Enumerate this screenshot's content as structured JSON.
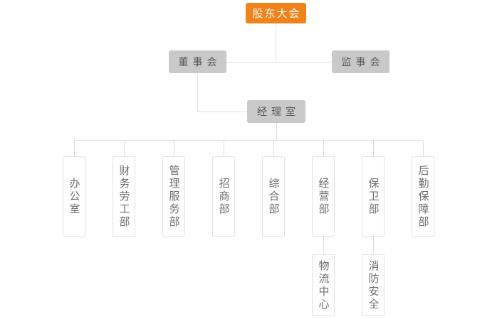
{
  "colors": {
    "page_bg": "#ffffff",
    "root_bg": "#ef8319",
    "root_text": "#ffffff",
    "node_bg": "#c9c9c9",
    "node_text": "#575757",
    "leaf_bg": "#ffffff",
    "leaf_border": "#e2e2e2",
    "leaf_text": "#6e6e6e",
    "line": "#dddddd"
  },
  "chart": {
    "type": "org-chart",
    "root": {
      "label": "股东大会"
    },
    "level2": [
      {
        "label": "董事会"
      },
      {
        "label": "监事会"
      }
    ],
    "level3": {
      "label": "经理室"
    },
    "departments": [
      {
        "label": "办公室"
      },
      {
        "label": "财务劳工部"
      },
      {
        "label": "管理服务部"
      },
      {
        "label": "招商部"
      },
      {
        "label": "综合部"
      },
      {
        "label": "经营部"
      },
      {
        "label": "保卫部"
      },
      {
        "label": "后勤保障部"
      }
    ],
    "sub_departments": [
      {
        "label": "物流中心",
        "parent": "经营部"
      },
      {
        "label": "消防安全",
        "parent": "保卫部"
      }
    ]
  }
}
